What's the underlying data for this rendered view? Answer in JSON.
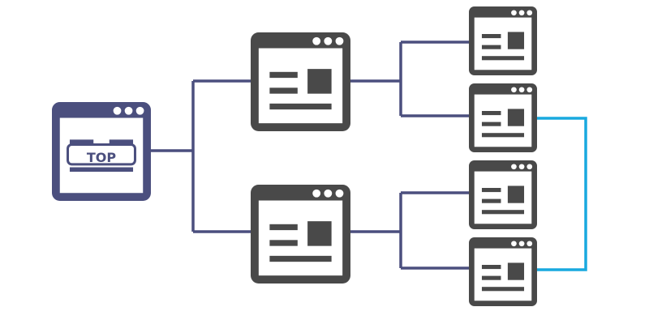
{
  "top_page": {
    "label": "TOP"
  },
  "colors": {
    "navy": "#4b4f7e",
    "dark_gray": "#494949",
    "cyan": "#19a9df",
    "window_fill": "#ffffff"
  },
  "diagram": {
    "root": "top-page",
    "levels": [
      [
        "page-2a",
        "page-2b"
      ],
      [
        "page-3a",
        "page-3b",
        "page-3c",
        "page-3d"
      ]
    ],
    "cross_link": [
      "page-3b",
      "page-3d"
    ]
  }
}
